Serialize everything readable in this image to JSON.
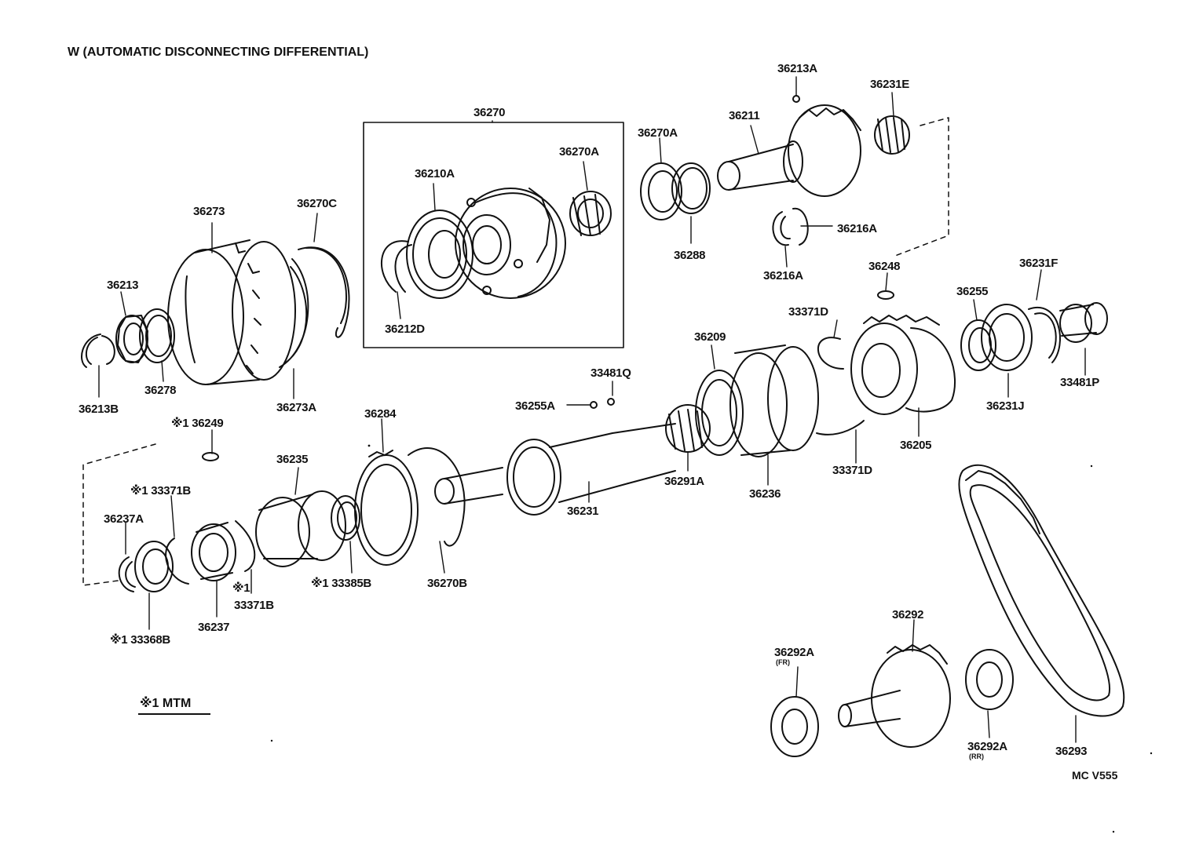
{
  "title": "W (AUTOMATIC DISCONNECTING DIFFERENTIAL)",
  "legend": "※1 MTM",
  "drawing_code": "MC V555",
  "subassembly_box_label": "36270",
  "parts": [
    {
      "id": "p_36213A",
      "label": "36213A"
    },
    {
      "id": "p_36231E",
      "label": "36231E"
    },
    {
      "id": "p_36211",
      "label": "36211"
    },
    {
      "id": "p_36270A_top",
      "label": "36270A"
    },
    {
      "id": "p_36270A_box",
      "label": "36270A"
    },
    {
      "id": "p_36210A",
      "label": "36210A"
    },
    {
      "id": "p_36273",
      "label": "36273"
    },
    {
      "id": "p_36270C",
      "label": "36270C"
    },
    {
      "id": "p_36288",
      "label": "36288"
    },
    {
      "id": "p_36216A_r",
      "label": "36216A"
    },
    {
      "id": "p_36216A_b",
      "label": "36216A"
    },
    {
      "id": "p_36213",
      "label": "36213"
    },
    {
      "id": "p_36212D",
      "label": "36212D"
    },
    {
      "id": "p_36248",
      "label": "36248"
    },
    {
      "id": "p_36231F",
      "label": "36231F"
    },
    {
      "id": "p_36255",
      "label": "36255"
    },
    {
      "id": "p_33371D_top",
      "label": "33371D"
    },
    {
      "id": "p_36209",
      "label": "36209"
    },
    {
      "id": "p_36278",
      "label": "36278"
    },
    {
      "id": "p_36213B",
      "label": "36213B"
    },
    {
      "id": "p_36273A",
      "label": "36273A"
    },
    {
      "id": "p_33481Q",
      "label": "33481Q"
    },
    {
      "id": "p_33481P",
      "label": "33481P"
    },
    {
      "id": "p_36255A",
      "label": "36255A"
    },
    {
      "id": "p_36231J",
      "label": "36231J"
    },
    {
      "id": "p_36249",
      "label": "※1 36249"
    },
    {
      "id": "p_36284",
      "label": "36284"
    },
    {
      "id": "p_36205",
      "label": "36205"
    },
    {
      "id": "p_36235",
      "label": "36235"
    },
    {
      "id": "p_36291A",
      "label": "36291A"
    },
    {
      "id": "p_33371D_bot",
      "label": "33371D"
    },
    {
      "id": "p_33371B_top",
      "label": "※1 33371B"
    },
    {
      "id": "p_36236",
      "label": "36236"
    },
    {
      "id": "p_36231",
      "label": "36231"
    },
    {
      "id": "p_36237A",
      "label": "36237A"
    },
    {
      "id": "p_36270B",
      "label": "36270B"
    },
    {
      "id": "p_33385B",
      "label": "※1 33385B"
    },
    {
      "id": "p_asterisk",
      "label": "※1"
    },
    {
      "id": "p_33371B_bot",
      "label": "33371B"
    },
    {
      "id": "p_36237",
      "label": "36237"
    },
    {
      "id": "p_33368B",
      "label": "※1 33368B"
    },
    {
      "id": "p_36292",
      "label": "36292"
    },
    {
      "id": "p_36292A_fr",
      "label": "36292A",
      "note": "(FR)"
    },
    {
      "id": "p_36292A_rr",
      "label": "36292A",
      "note": "(RR)"
    },
    {
      "id": "p_36293",
      "label": "36293"
    }
  ]
}
